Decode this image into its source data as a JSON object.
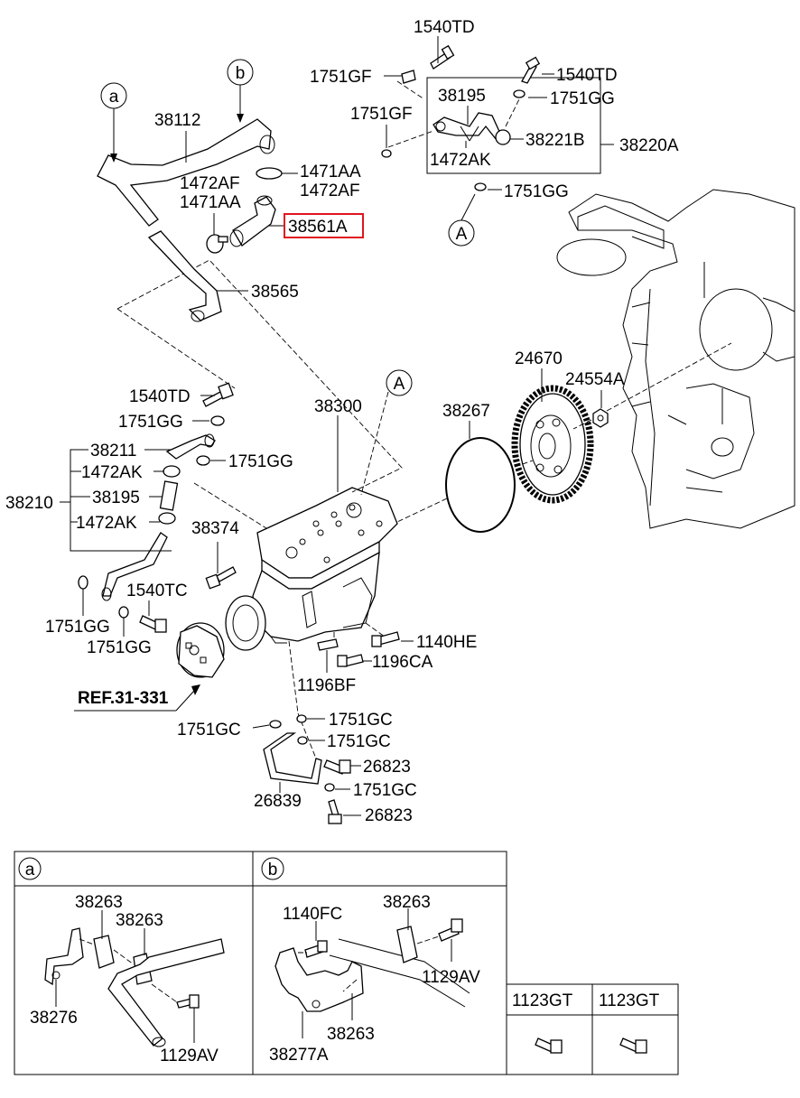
{
  "callouts": {
    "p1540TD_a": "1540TD",
    "p1751GF_a": "1751GF",
    "p1540TD_b": "1540TD",
    "p38195_a": "38195",
    "p1751GG_a": "1751GG",
    "p1751GF_b": "1751GF",
    "p38221B": "38221B",
    "p38220A": "38220A",
    "p1472AK_a": "1472AK",
    "p1751GG_b": "1751GG",
    "ref_A_top": "A",
    "ref_a": "a",
    "ref_b": "b",
    "p38112": "38112",
    "p1471AA_a": "1471AA",
    "p1472AF_a": "1472AF",
    "p1472AF_b": "1472AF",
    "p1471AA_b": "1471AA",
    "p38561A": "38561A",
    "p38565": "38565",
    "p24670": "24670",
    "p24554A": "24554A",
    "p1540TD_c": "1540TD",
    "p38300": "38300",
    "ref_A_mid": "A",
    "p38267": "38267",
    "p1751GG_c": "1751GG",
    "p38211": "38211",
    "p1751GG_d": "1751GG",
    "p1472AK_b": "1472AK",
    "p38210": "38210",
    "p38195_b": "38195",
    "p1472AK_c": "1472AK",
    "p38374": "38374",
    "p1540TC": "1540TC",
    "p1751GG_e": "1751GG",
    "p1751GG_f": "1751GG",
    "p1140HE": "1140HE",
    "p1196CA": "1196CA",
    "p1196BF": "1196BF",
    "ref_31_331": "REF.31-331",
    "p1751GC_a": "1751GC",
    "p1751GC_b": "1751GC",
    "p1751GC_c": "1751GC",
    "p26823_a": "26823",
    "p26839": "26839",
    "p1751GC_d": "1751GC",
    "p26823_b": "26823"
  },
  "panel_a": {
    "tag": "a",
    "p38263_a": "38263",
    "p38263_b": "38263",
    "p38276": "38276",
    "p1129AV": "1129AV"
  },
  "panel_b": {
    "tag": "b",
    "p1140FC": "1140FC",
    "p38263_a": "38263",
    "p1129AV": "1129AV",
    "p38263_b": "38263",
    "p38277A": "38277A"
  },
  "panel_c": {
    "col1": "1123GT",
    "col2": "1123GT"
  },
  "highlight_color": "#e0141e"
}
